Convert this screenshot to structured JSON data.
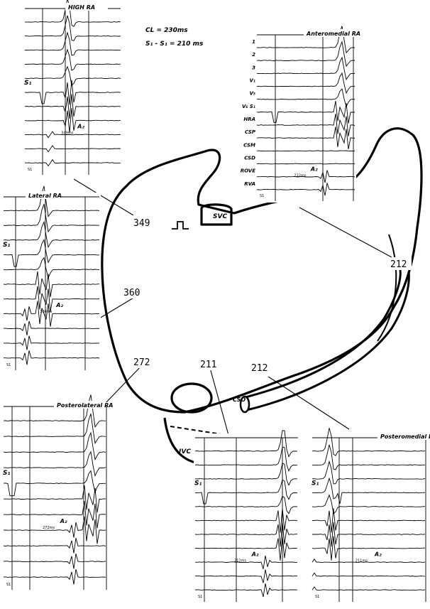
{
  "params": {
    "cl": "CL = 230ms",
    "s1s1": "S₁ - S₁ = 210 ms"
  },
  "panels": [
    {
      "id": "high-ra",
      "title": "HIGH RA",
      "stim": "S₁",
      "atrial": "A₂",
      "interval": "349ms",
      "ref": "S1",
      "chan": []
    },
    {
      "id": "anteromedial-ra",
      "title": "Anteromedial RA",
      "stim": "",
      "atrial": "A₂",
      "interval": "212ms",
      "ref": "S1",
      "chan": [
        "1",
        "2",
        "3",
        "V₁",
        "V₅",
        "V₆  S₁",
        "HRA",
        "CSP",
        "CSM",
        "CSD",
        "ROVE",
        "RVA"
      ]
    },
    {
      "id": "lateral-ra",
      "title": "Lateral RA",
      "stim": "S₁",
      "atrial": "A₂",
      "interval": "360ms",
      "ref": "S1",
      "chan": []
    },
    {
      "id": "posterolateral-ra",
      "title": "Posterolateral RA",
      "stim": "S₁",
      "atrial": "A₂",
      "interval": "272ms",
      "ref": "S1",
      "chan": []
    },
    {
      "id": "bottom-middle",
      "title": "",
      "stim": "S₁",
      "atrial": "A₂",
      "interval": "212ms",
      "ref": "S1",
      "chan": []
    },
    {
      "id": "posteromedial-ra",
      "title": "Posteromedial RA",
      "stim": "S₁",
      "atrial": "A₂",
      "interval": "211ms",
      "ref": "S1",
      "chan": []
    }
  ],
  "anatomy": {
    "svc": "SVC",
    "ivc": "IVC",
    "cso": "CSO"
  },
  "values": [
    {
      "id": "v349",
      "text": "349"
    },
    {
      "id": "v212-right",
      "text": "212"
    },
    {
      "id": "v360",
      "text": "360"
    },
    {
      "id": "v272",
      "text": "272"
    },
    {
      "id": "v211",
      "text": "211"
    },
    {
      "id": "v212-bottom",
      "text": "212"
    }
  ]
}
